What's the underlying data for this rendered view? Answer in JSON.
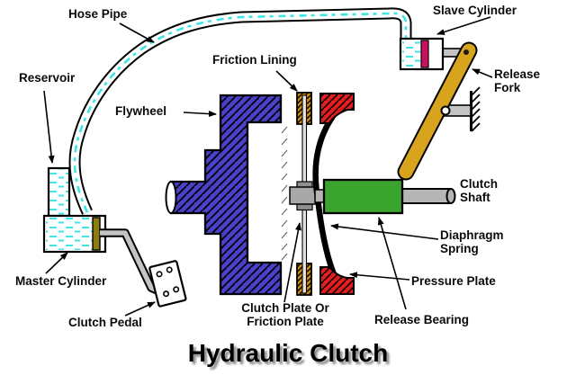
{
  "title": "Hydraulic Clutch",
  "labels": {
    "hose_pipe": "Hose Pipe",
    "slave_cylinder": "Slave Cylinder",
    "reservoir": "Reservoir",
    "friction_lining": "Friction Lining",
    "flywheel": "Flywheel",
    "release_fork": "Release\nFork",
    "clutch_shaft": "Clutch\nShaft",
    "diaphragm_spring": "Diaphragm\nSpring",
    "pressure_plate": "Pressure Plate",
    "release_bearing": "Release Bearing",
    "clutch_plate": "Clutch Plate Or\nFriction Plate",
    "master_cylinder": "Master Cylinder",
    "clutch_pedal": "Clutch Pedal"
  },
  "colors": {
    "flywheel": "#4a41c8",
    "pressure_plate": "#e01d1d",
    "friction_lining": "#d08c00",
    "release_bearing": "#3aa42e",
    "release_fork": "#d9a41d",
    "slave_piston": "#cc1060",
    "master_piston": "#8d7c14",
    "fluid": "#3ce6e6",
    "metal": "#c0c0c0",
    "outline": "#000000"
  }
}
